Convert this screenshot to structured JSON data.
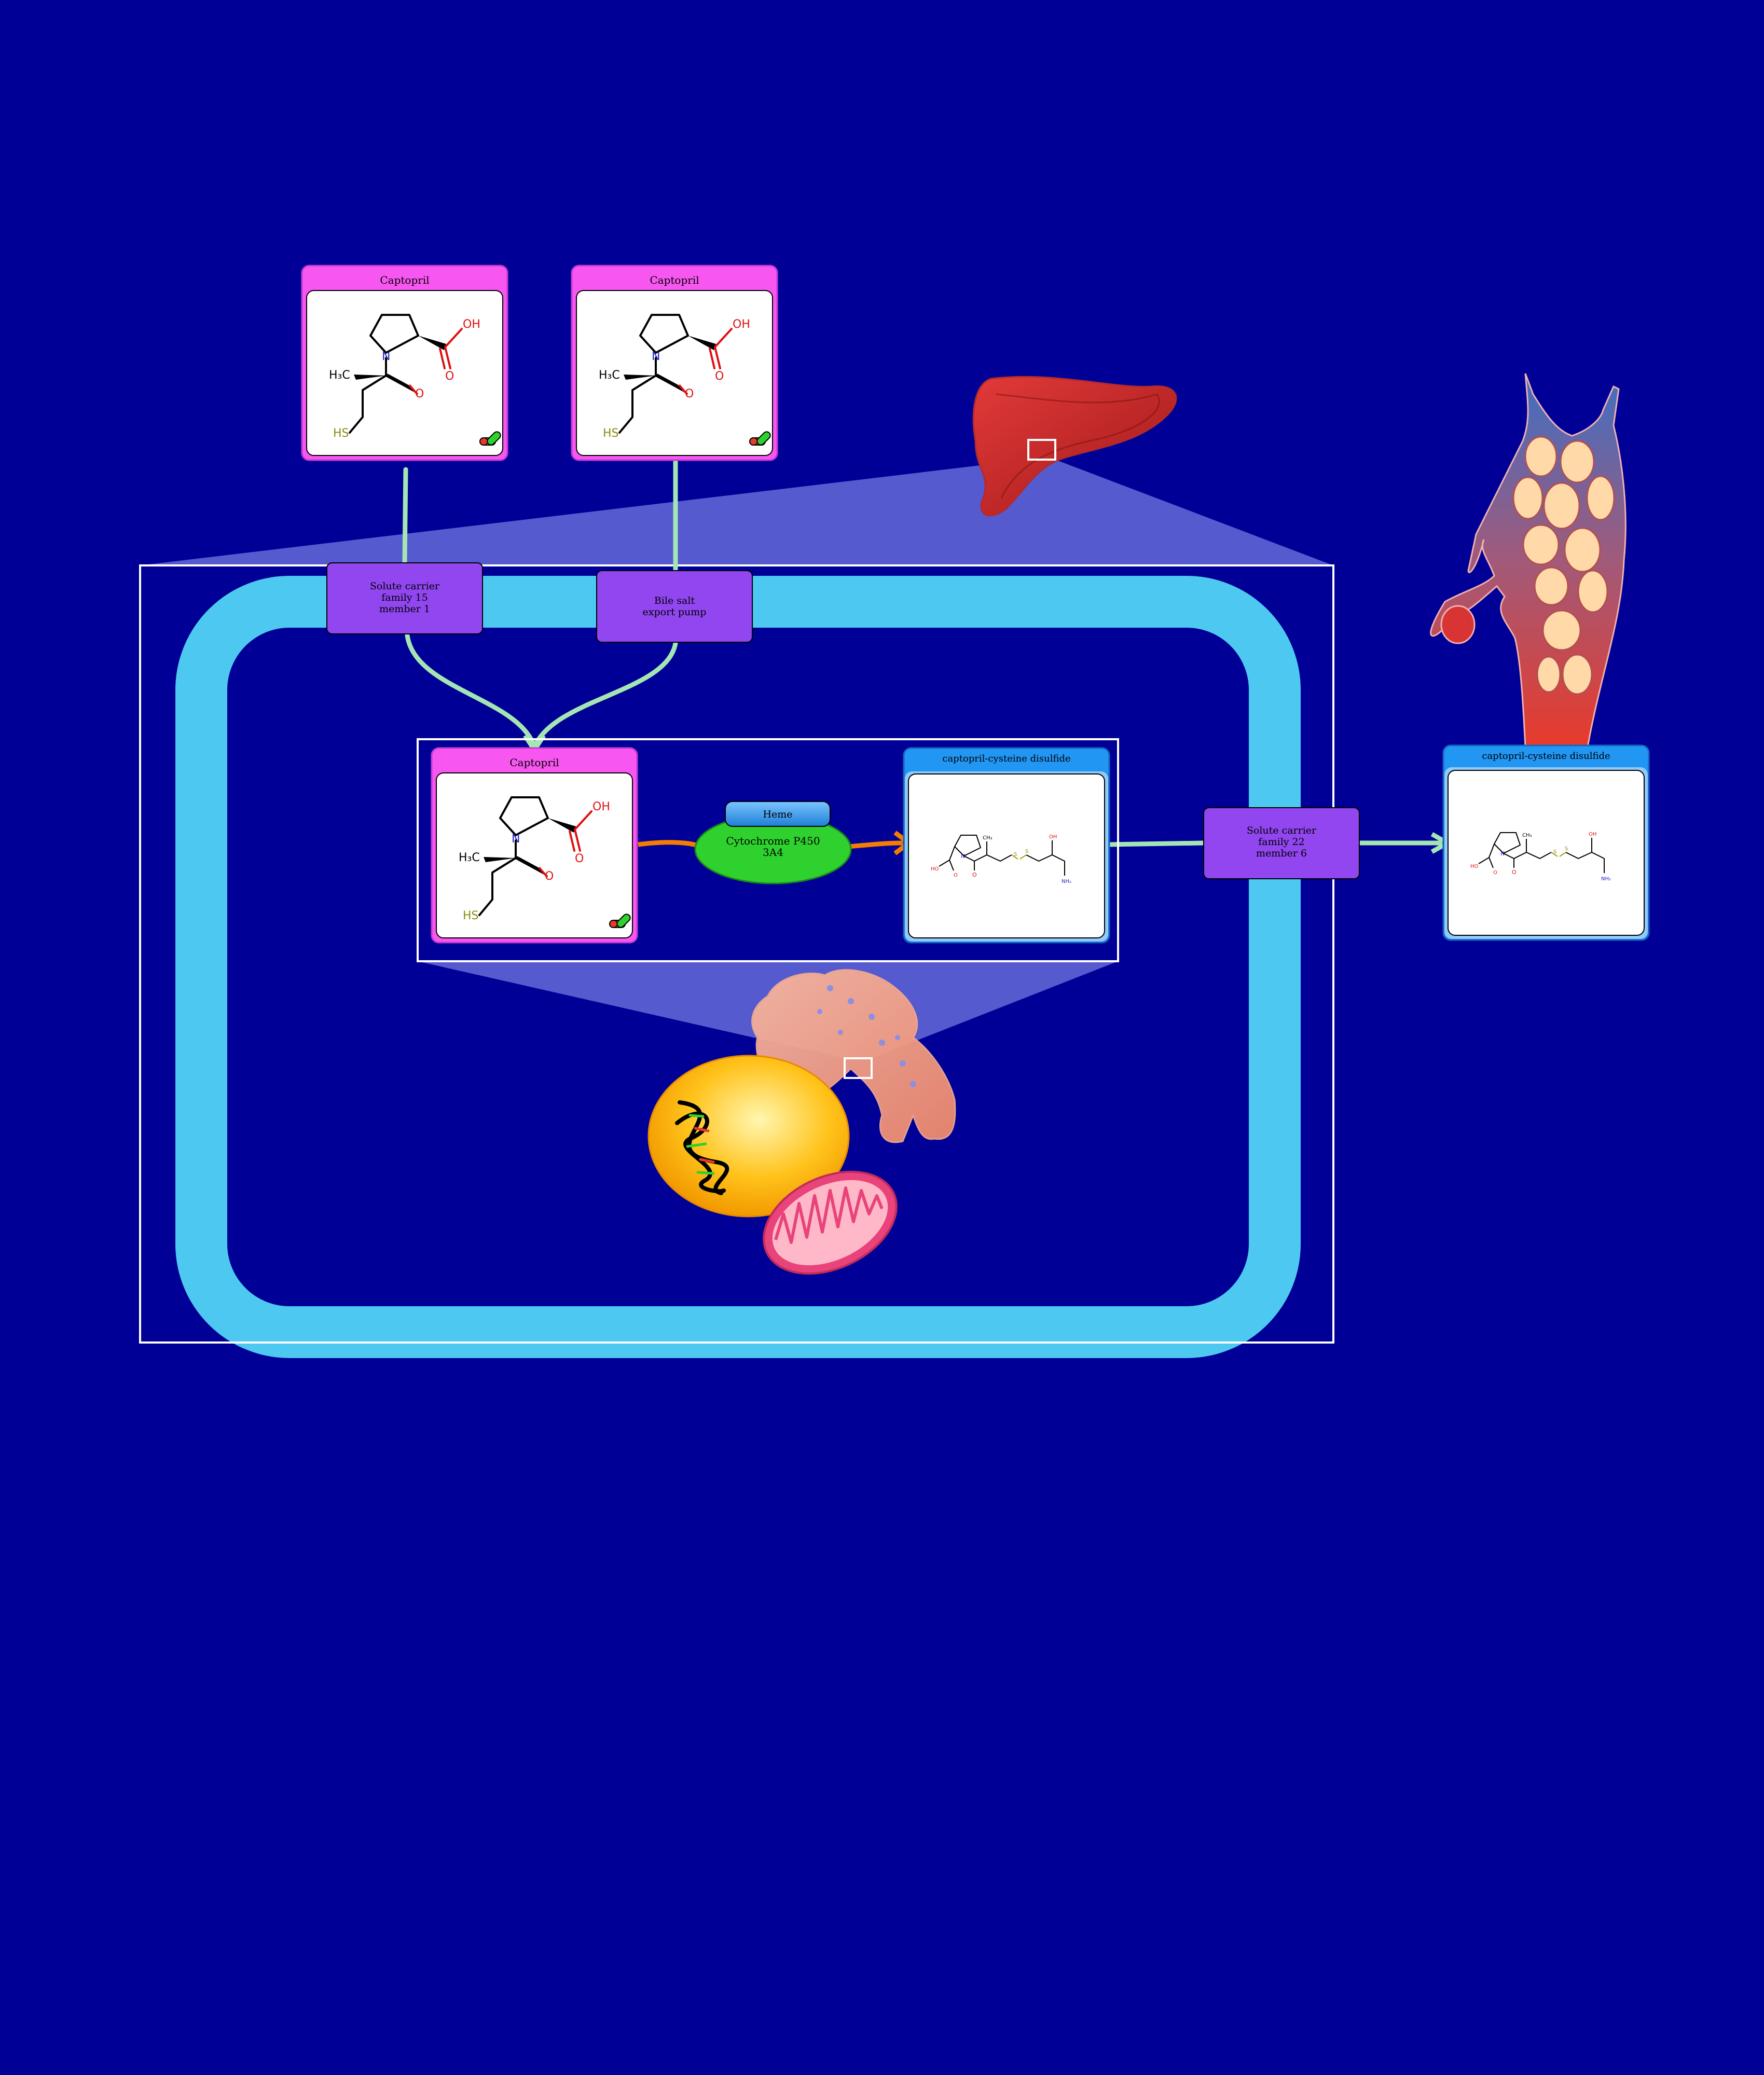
{
  "drugs": [
    {
      "name": "Captopril"
    },
    {
      "name": "Captopril"
    },
    {
      "name": "Captopril"
    }
  ],
  "metabolites": [
    {
      "name": "captopril-cysteine disulfide"
    },
    {
      "name": "captopril-cysteine disulfide"
    }
  ],
  "transporters": {
    "slc15a1": {
      "lines": [
        "Solute carrier",
        "family 15",
        "member 1"
      ]
    },
    "bsep": {
      "lines": [
        "Bile salt",
        "export pump"
      ]
    },
    "slc22a6": {
      "lines": [
        "Solute carrier",
        "family 22",
        "member 6"
      ]
    }
  },
  "enzyme": {
    "lines": [
      "Cytochrome P450",
      "3A4"
    ],
    "cofactor": "Heme"
  },
  "structure_atoms": {
    "oh": "OH",
    "o": "O",
    "n": "N",
    "h3c": "H₃C",
    "sh": "HS",
    "ch3": "CH₃",
    "s": "S",
    "nh2": "NH₂",
    "ho": "HO"
  },
  "colors": {
    "background": "#000096",
    "drug_header": "#f757f0",
    "metabolite_header": "#2196f3",
    "transporter": "#9146f0",
    "enzyme": "#2ed12e",
    "cofactor": "#42a5f5",
    "membrane": "#4dc8f0",
    "transport_arrow": "#a3e6b4",
    "reaction_arrow": "#f57c00"
  }
}
